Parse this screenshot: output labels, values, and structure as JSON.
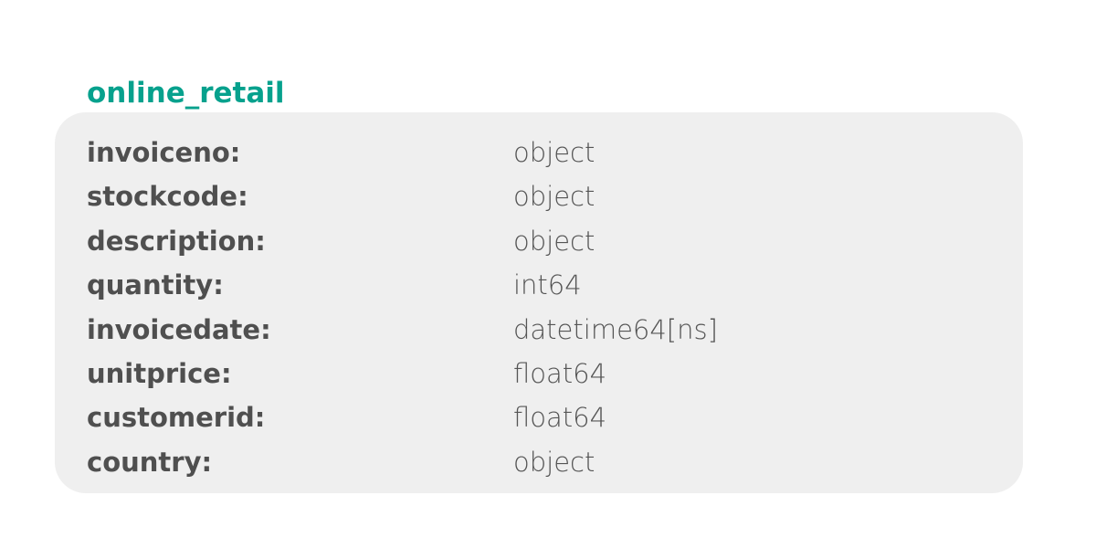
{
  "title": "online_retail",
  "fields": [
    {
      "name": "invoiceno:",
      "dtype": "object"
    },
    {
      "name": "stockcode:",
      "dtype": "object"
    },
    {
      "name": "description:",
      "dtype": "object"
    },
    {
      "name": "quantity:",
      "dtype": "int64"
    },
    {
      "name": "invoicedate:",
      "dtype": "datetime64[ns]"
    },
    {
      "name": "unitprice:",
      "dtype": "float64"
    },
    {
      "name": "customerid:",
      "dtype": "float64"
    },
    {
      "name": "country:",
      "dtype": "object"
    }
  ],
  "colors": {
    "title": "#06a18d",
    "panel_bg": "#efefef",
    "text": "#4f4f4f"
  }
}
